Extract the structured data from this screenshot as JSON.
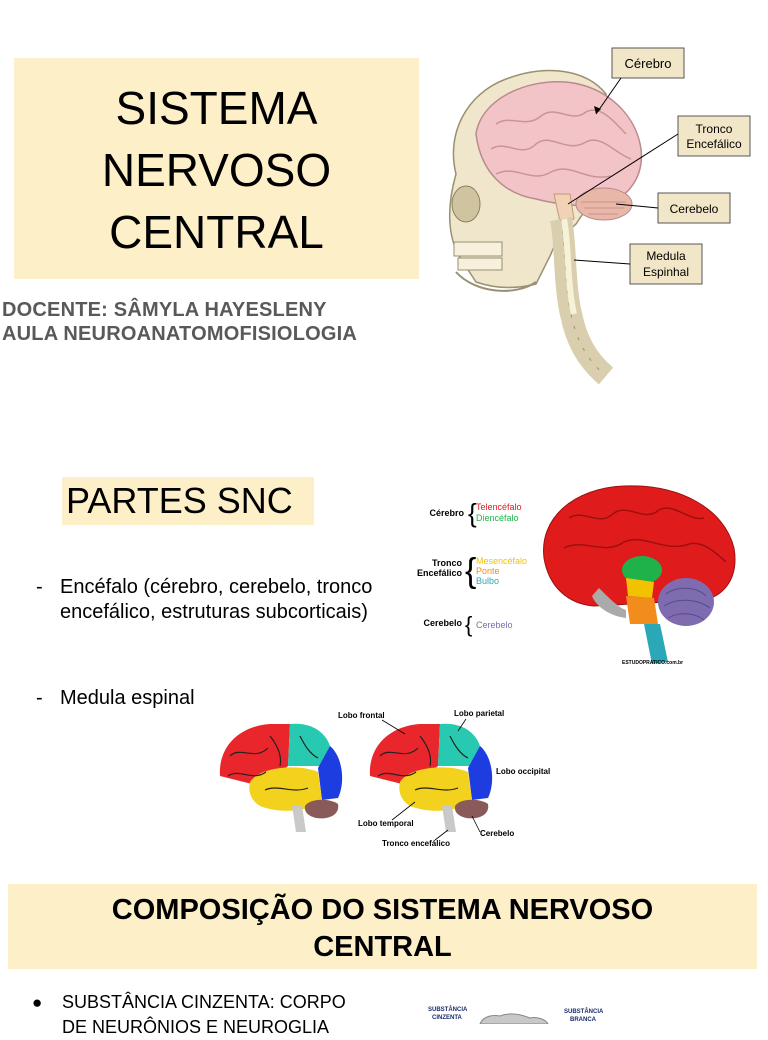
{
  "title": {
    "line1": "SISTEMA",
    "line2": "NERVOSO",
    "line3": "CENTRAL"
  },
  "credits": {
    "docente": "DOCENTE: SÂMYLA HAYESLENY",
    "aula": "AULA NEUROANATOMOFISIOLOGIA"
  },
  "skull_diagram": {
    "labels": {
      "cerebro": "Cérebro",
      "tronco_1": "Tronco",
      "tronco_2": "Encefálico",
      "cerebelo": "Cerebelo",
      "medula_1": "Medula",
      "medula_2": "Espinhal"
    }
  },
  "partes": {
    "heading": "PARTES SNC",
    "bullets": [
      {
        "dash": "-",
        "text": "Encéfalo (cérebro, cerebelo, tronco encefálico, estruturas subcorticais)"
      },
      {
        "dash": "-",
        "text": "Medula espinal"
      }
    ]
  },
  "snc_diagram": {
    "cerebro": "Cérebro",
    "telencefalo": "Telencéfalo",
    "diencefalo": "Diencéfalo",
    "tronco_1": "Tronco",
    "tronco_2": "Encefálico",
    "mesencefalo": "Mesencéfalo",
    "ponte": "Ponte",
    "bulbo": "Bulbo",
    "cerebelo_left": "Cerebelo",
    "cerebelo_right": "Cerebelo",
    "credit": "ESTUDOPRATICO.com.br",
    "colors": {
      "telencefalo": "#e01b1b",
      "diencefalo": "#1fb24a",
      "mesencefalo": "#f2c200",
      "ponte": "#f28c1c",
      "bulbo": "#2aa8b8",
      "cerebelo": "#7e6bb0"
    }
  },
  "lobes_diagram": {
    "frontal": "Lobo frontal",
    "parietal": "Lobo parietal",
    "occipital": "Lobo occipital",
    "temporal": "Lobo temporal",
    "cerebelo": "Cerebelo",
    "tronco": "Tronco encefálico"
  },
  "composicao": {
    "heading_line1": "COMPOSIÇÃO DO SISTEMA NERVOSO",
    "heading_line2": "CENTRAL",
    "bullet_line1": "SUBSTÂNCIA CINZENTA: CORPO",
    "bullet_line2": "DE NEURÔNIOS E NEUROGLIA",
    "mini_label_1a": "SUBSTÂNCIA",
    "mini_label_1b": "CINZENTA",
    "mini_label_2a": "SUBSTÂNCIA",
    "mini_label_2b": "BRANCA"
  }
}
